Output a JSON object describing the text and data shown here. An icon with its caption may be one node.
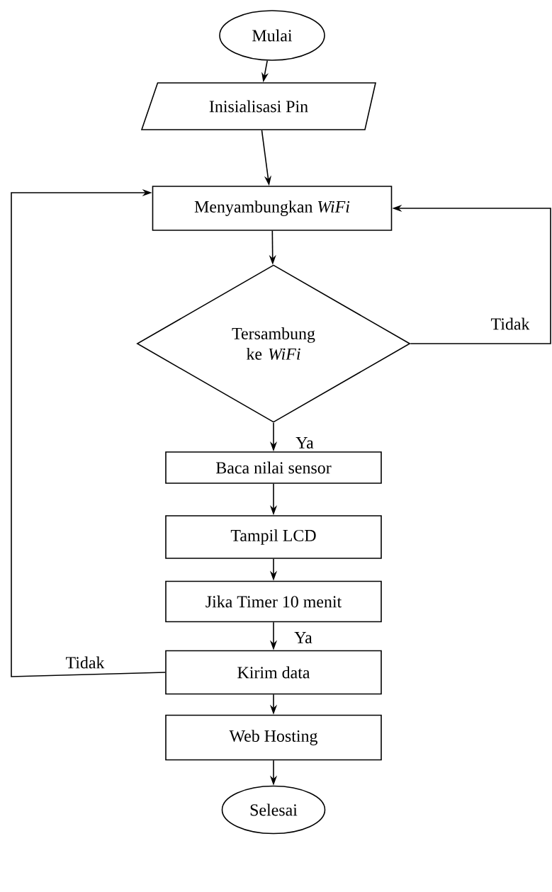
{
  "diagram": {
    "nodes": [
      {
        "text": [
          "Mulai"
        ]
      },
      {
        "text": [
          "Inisialisasi Pin"
        ]
      },
      {
        "text": [
          "Menyambungkan *WiFi*"
        ]
      },
      {
        "text": [
          "Tersambung ke *WiFi*"
        ]
      },
      {
        "text": [
          "Baca nilai sensor"
        ]
      },
      {
        "text": [
          "Tampil LCD"
        ]
      },
      {
        "text": [
          "Jika Timer 10 menit"
        ]
      },
      {
        "text": [
          "Kirim data"
        ]
      },
      {
        "text": [
          "Web Hosting"
        ]
      },
      {
        "text": [
          "Selesai"
        ]
      }
    ],
    "edges": [
      {
        "from": 0,
        "to": 1,
        "arrow": "to"
      },
      {
        "from": 1,
        "to": 2,
        "arrow": "to"
      },
      {
        "from": 2,
        "to": 3,
        "arrow": "to"
      },
      {
        "from": 3,
        "to": 4,
        "arrow": "to",
        "label": "Ya"
      },
      {
        "from": 4,
        "to": 5,
        "arrow": "to"
      },
      {
        "from": 5,
        "to": 6,
        "arrow": "to"
      },
      {
        "from": 6,
        "to": 7,
        "arrow": "to",
        "label": "Ya"
      },
      {
        "from": 7,
        "to": 8,
        "arrow": "to"
      },
      {
        "from": 8,
        "to": 9,
        "arrow": "to"
      },
      {
        "from": 3,
        "to": 2,
        "arrow": "to",
        "label": "Tidak"
      },
      {
        "from": 7,
        "to": 2,
        "arrow": "to",
        "label": "Tidak"
      }
    ]
  }
}
